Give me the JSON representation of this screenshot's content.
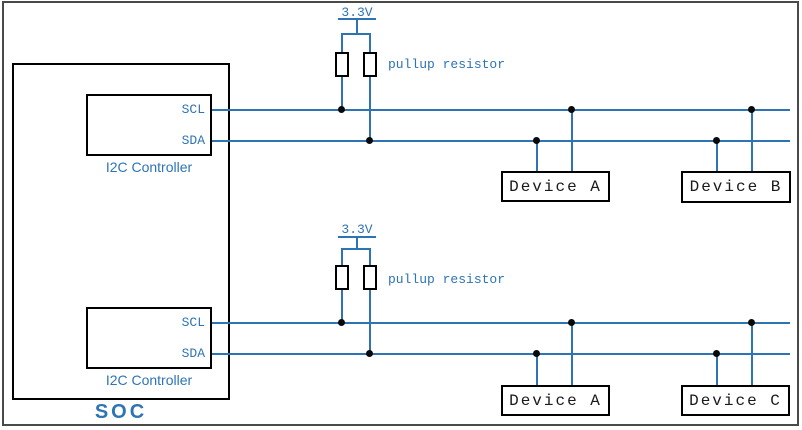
{
  "colors": {
    "wire": "#2E74B5",
    "blue_text": "#2E74B5",
    "frame": "#4a4a4a",
    "box_border": "#000000",
    "device_text": "#1a1a1a"
  },
  "soc": {
    "label": "SOC"
  },
  "controllers": [
    {
      "caption": "I2C Controller",
      "pins": {
        "scl": "SCL",
        "sda": "SDA"
      }
    },
    {
      "caption": "I2C Controller",
      "pins": {
        "scl": "SCL",
        "sda": "SDA"
      }
    }
  ],
  "buses": [
    {
      "supply": "3.3V",
      "pullup_label": "pullup resistor",
      "devices": [
        {
          "label": "Device A"
        },
        {
          "label": "Device B"
        }
      ]
    },
    {
      "supply": "3.3V",
      "pullup_label": "pullup resistor",
      "devices": [
        {
          "label": "Device A"
        },
        {
          "label": "Device C"
        }
      ]
    }
  ]
}
